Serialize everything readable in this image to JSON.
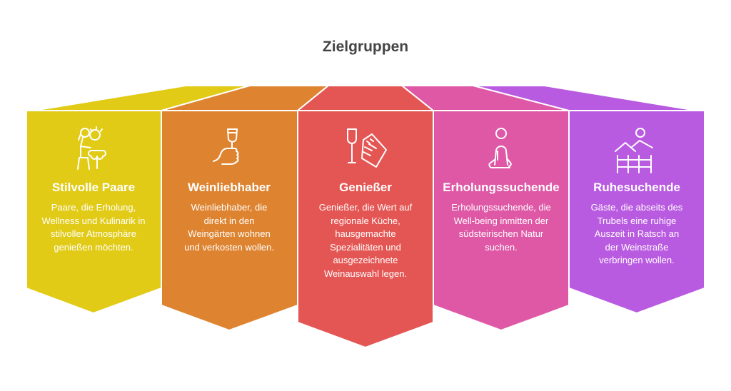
{
  "title": "Zielgruppen",
  "panels": [
    {
      "title": "Stilvolle Paare",
      "description": "Paare, die Erholung, Wellness und Kulinarik in stilvoller Atmosphäre genießen möchten.",
      "icon": "couple-icon",
      "color": "#E1CB17"
    },
    {
      "title": "Weinliebhaber",
      "description": "Weinliebhaber, die direkt in den Weingärten wohnen und verkosten wollen.",
      "icon": "wine-glass-hand-icon",
      "color": "#DE8431"
    },
    {
      "title": "Genießer",
      "description": "Genießer, die Wert auf regionale Küche, hausgemachte Spezialitäten und ausgezeichnete Weinauswahl legen.",
      "icon": "wine-menu-icon",
      "color": "#E45653"
    },
    {
      "title": "Erholungssuchende",
      "description": "Erholungssuchende, die Well-being inmitten der südsteirischen Natur suchen.",
      "icon": "meditation-icon",
      "color": "#DF58A6"
    },
    {
      "title": "Ruhesuchende",
      "description": "Gäste, die abseits des Trubels eine ruhige Auszeit in Ratsch an der Weinstraße verbringen wollen.",
      "icon": "landscape-fence-icon",
      "color": "#B95BE1"
    }
  ]
}
